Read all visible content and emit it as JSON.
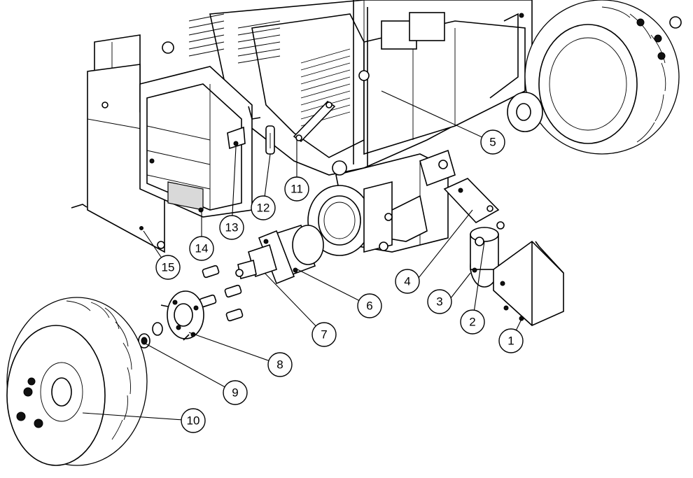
{
  "diagram": {
    "callouts": [
      {
        "id": "callout-1",
        "label": "1"
      },
      {
        "id": "callout-2",
        "label": "2"
      },
      {
        "id": "callout-3",
        "label": "3"
      },
      {
        "id": "callout-4",
        "label": "4"
      },
      {
        "id": "callout-5",
        "label": "5"
      },
      {
        "id": "callout-6",
        "label": "6"
      },
      {
        "id": "callout-7",
        "label": "7"
      },
      {
        "id": "callout-8",
        "label": "8"
      },
      {
        "id": "callout-9",
        "label": "9"
      },
      {
        "id": "callout-10",
        "label": "10"
      },
      {
        "id": "callout-11",
        "label": "11"
      },
      {
        "id": "callout-12",
        "label": "12"
      },
      {
        "id": "callout-13",
        "label": "13"
      },
      {
        "id": "callout-14",
        "label": "14"
      },
      {
        "id": "callout-15",
        "label": "15"
      }
    ],
    "colors": {
      "line": "#000000",
      "background": "#ffffff"
    }
  }
}
